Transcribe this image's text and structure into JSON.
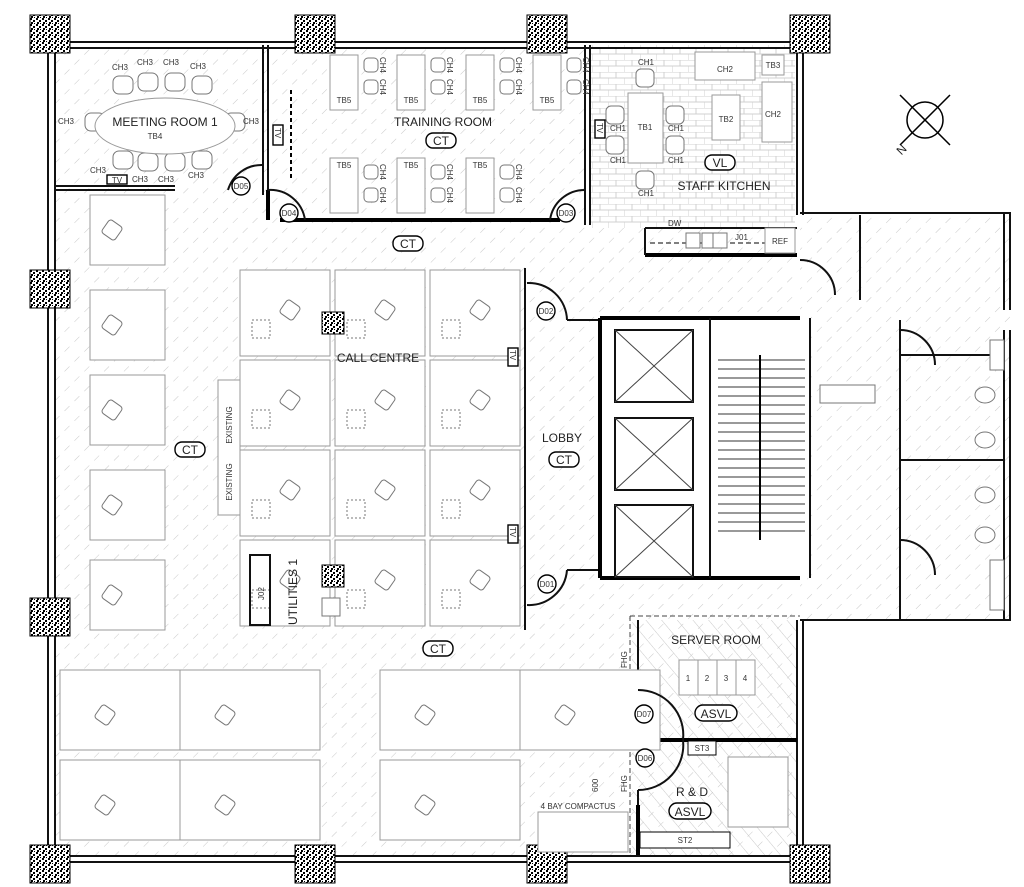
{
  "rooms": {
    "meeting": "MEETING ROOM 1",
    "training": "TRAINING ROOM",
    "kitchen": "STAFF KITCHEN",
    "call_centre": "CALL CENTRE",
    "lobby": "LOBBY",
    "utilities": "UTILITIES 1",
    "server": "SERVER ROOM",
    "rnd": "R & D"
  },
  "finishes": {
    "ct": "CT",
    "vl": "VL",
    "asvl": "ASVL"
  },
  "doors": {
    "d01": "D01",
    "d02": "D02",
    "d03": "D03",
    "d04": "D04",
    "d05": "D05",
    "d06": "D06",
    "d07": "D07"
  },
  "furniture": {
    "ch1": "CH1",
    "ch2": "CH2",
    "ch3": "CH3",
    "ch4": "CH4",
    "tb1": "TB1",
    "tb2": "TB2",
    "tb3": "TB3",
    "tb4": "TB4",
    "tb5": "TB5",
    "st2": "ST2",
    "st3": "ST3",
    "ref": "REF",
    "dw": "DW",
    "j01": "J01",
    "j02": "J02",
    "tv": "TV",
    "existing": "EXISTING",
    "compactus": "4 BAY COMPACTUS",
    "fhg": "FHG",
    "dim_600": "600",
    "racks": [
      "1",
      "2",
      "3",
      "4"
    ]
  },
  "colors": {
    "line": "#111111",
    "furniture": "#9a9a9a",
    "hatch": "#c8c8c8"
  }
}
